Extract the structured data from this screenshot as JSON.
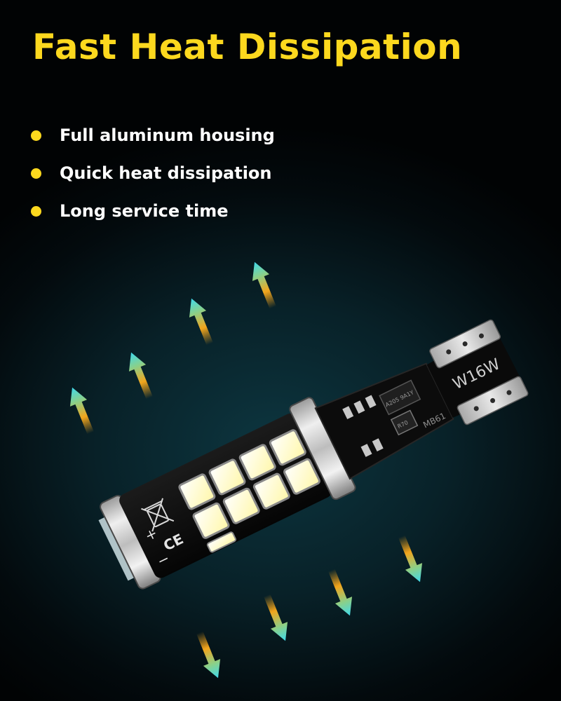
{
  "title": "Fast Heat Dissipation",
  "features": [
    {
      "label": "Full aluminum housing"
    },
    {
      "label": "Quick heat dissipation"
    },
    {
      "label": "Long service time"
    }
  ],
  "bulb": {
    "wattage_label": "W16W",
    "chip_label": "MB61",
    "ic_label": "A205 9A1Y",
    "diode_label": "R70",
    "plus_sign": "+",
    "minus_sign": "−",
    "ce_mark": "CE"
  },
  "colors": {
    "accent": "#fcd81e",
    "arrow_head": "#3fd9ec",
    "arrow_tail": "#f2a51c"
  }
}
